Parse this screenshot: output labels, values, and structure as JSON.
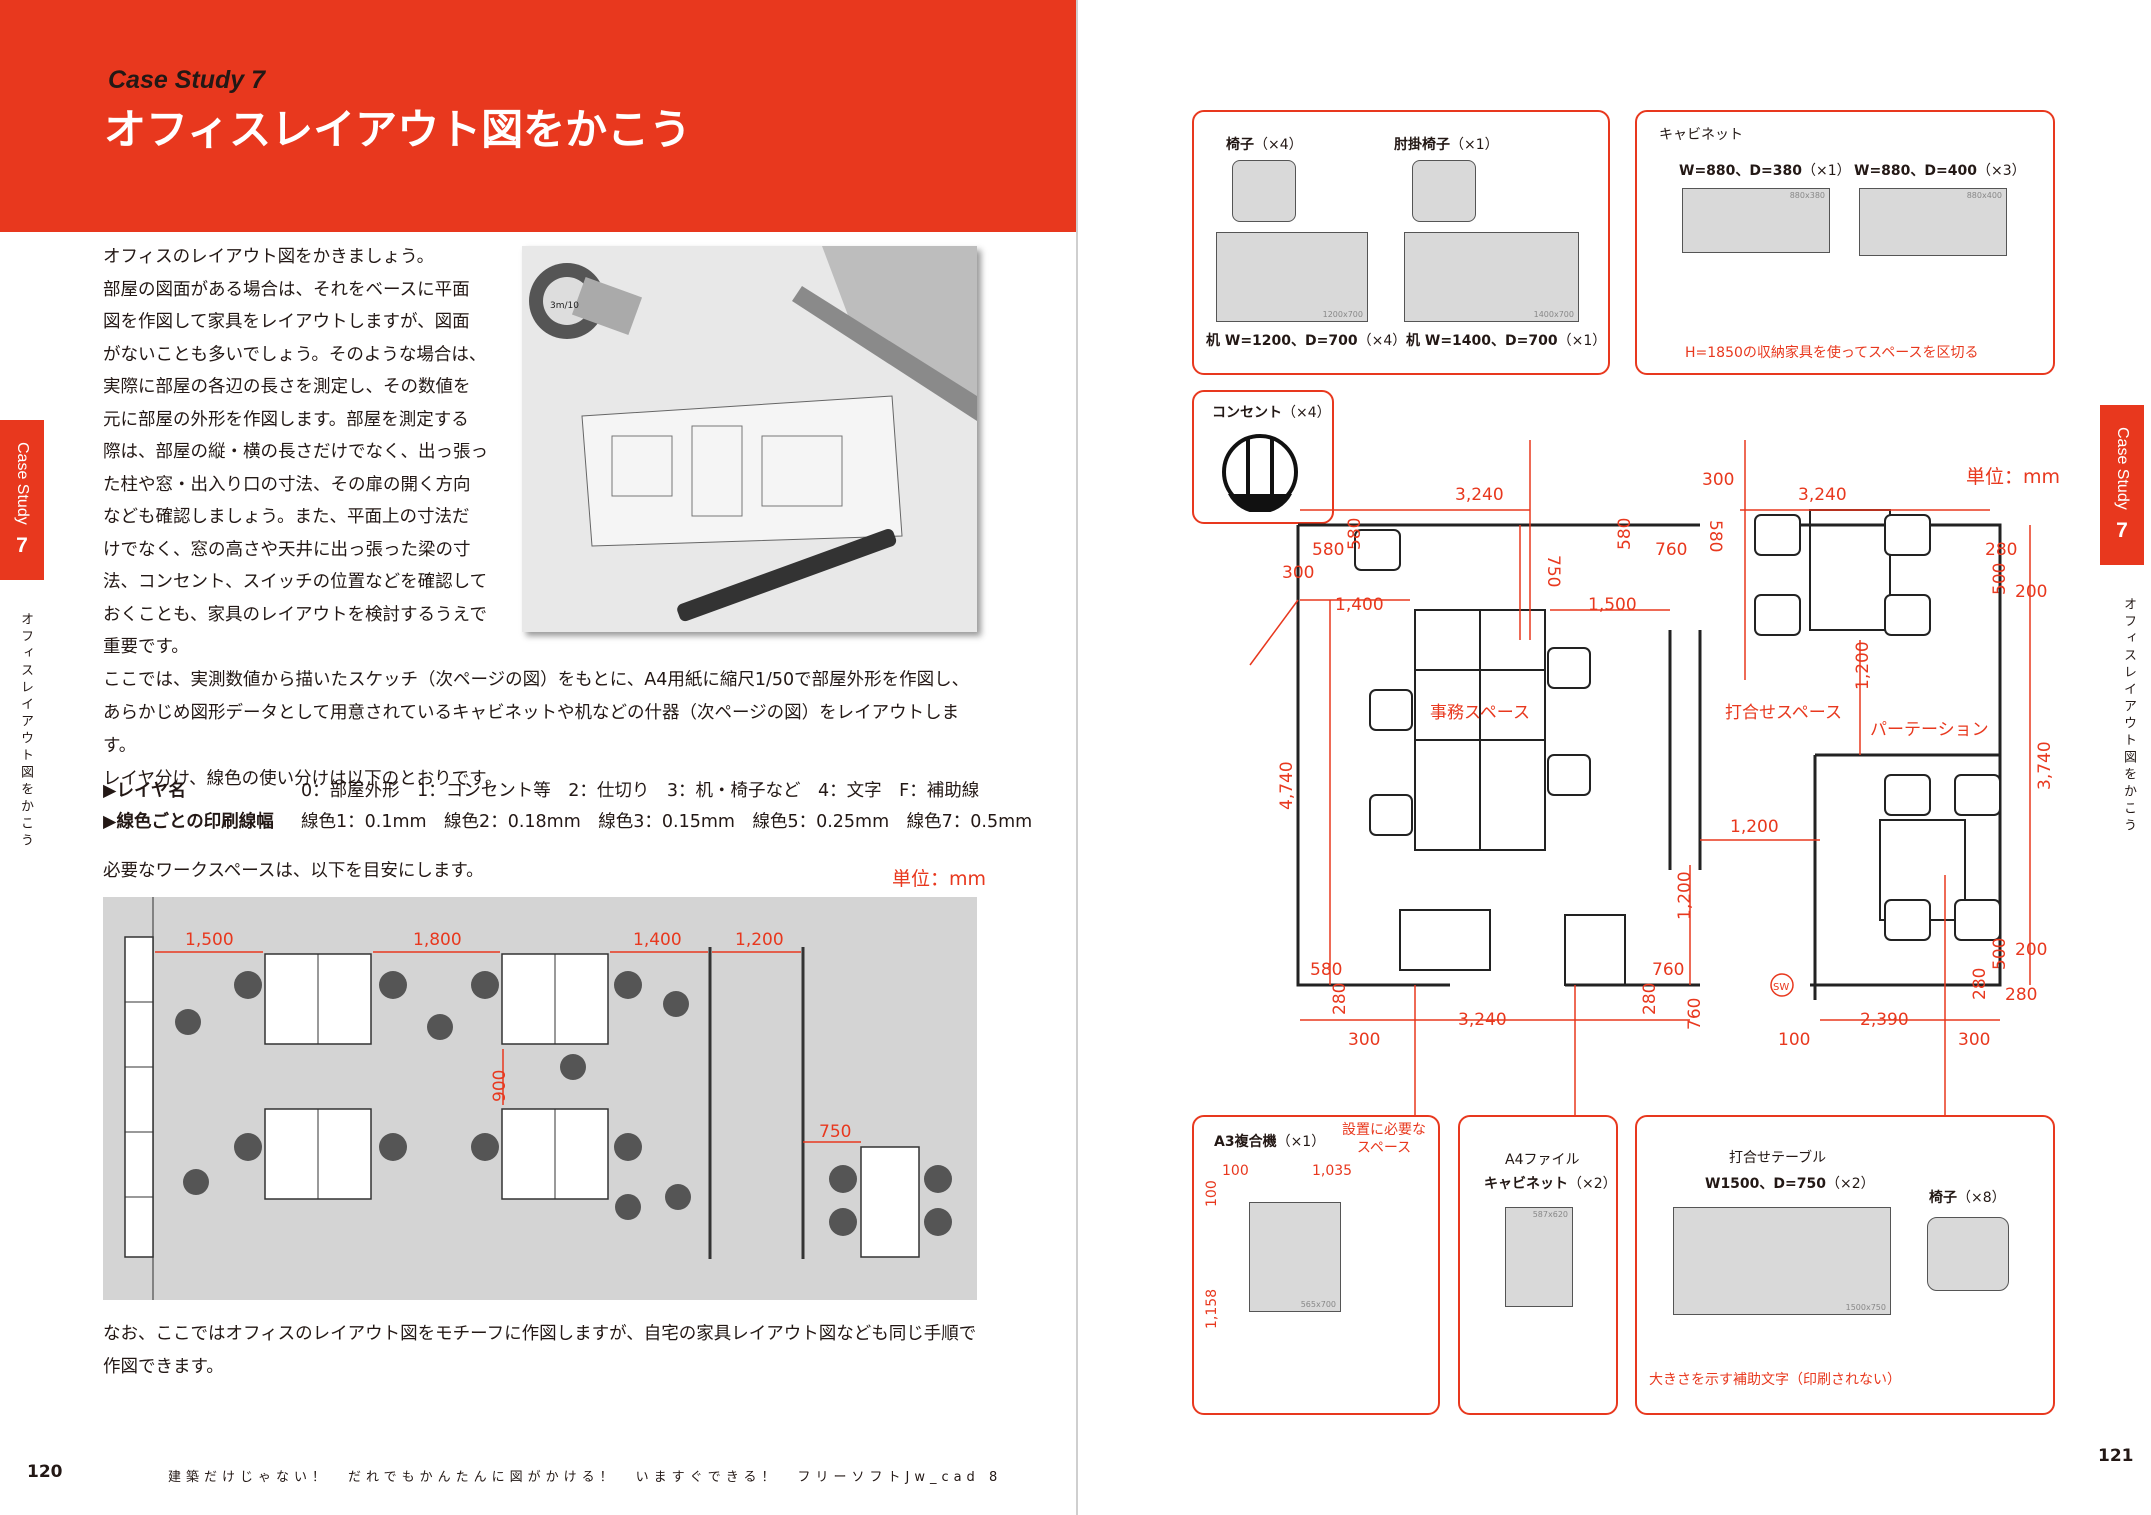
{
  "header": {
    "case_label": "Case Study 7",
    "title": "オフィスレイアウト図をかこう"
  },
  "intro": {
    "lines": [
      "オフィスのレイアウト図をかきましょう。",
      "部屋の図面がある場合は、それをベースに平面",
      "図を作図して家具をレイアウトしますが、図面",
      "がないことも多いでしょう。そのような場合は、",
      "実際に部屋の各辺の長さを測定し、その数値を",
      "元に部屋の外形を作図します。部屋を測定する",
      "際は、部屋の縦・横の長さだけでなく、出っ張っ",
      "た柱や窓・出入り口の寸法、その扉の開く方向",
      "なども確認しましょう。また、平面上の寸法だ",
      "けでなく、窓の高さや天井に出っ張った梁の寸",
      "法、コンセント、スイッチの位置などを確認して",
      "おくことも、家具のレイアウトを検討するうえで",
      "重要です。"
    ]
  },
  "photo": {
    "tape_label": "3m/10"
  },
  "para2": {
    "lines": [
      "ここでは、実測数値から描いたスケッチ（次ページの図）をもとに、A4用紙に縮尺1/50で部屋外形を作図し、",
      "あらかじめ図形データとして用意されているキャビネットや机などの什器（次ページの図）をレイアウトします。",
      "レイヤ分け、線色の使い分けは以下のとおりです。"
    ]
  },
  "layers": {
    "label": "▶レイヤ名",
    "value": "0：部屋外形　1：コンセント等　2：仕切り　3：机・椅子など　4：文字　F：補助線"
  },
  "lines": {
    "label": "▶線色ごとの印刷線幅",
    "value": "線色1：0.1mm　線色2：0.18mm　線色3：0.15mm　線色5：0.25mm　線色7：0.5mm"
  },
  "workspace": {
    "text": "必要なワークスペースは、以下を目安にします。",
    "unit": "単位：mm",
    "dims": [
      "1,500",
      "1,800",
      "1,400",
      "1,200",
      "900",
      "750"
    ]
  },
  "outro": {
    "lines": [
      "なお、ここではオフィスのレイアウト図をモチーフに作図しますが、自宅の家具レイアウト図なども同じ手順で",
      "作図できます。"
    ]
  },
  "footer": {
    "page_left": "120",
    "page_right": "121",
    "book_title": "建築だけじゃない！　だれでもかんたんに図がかける！　いますぐできる！　フリーソフトJw_cad 8"
  },
  "tabs": {
    "label": "Case Study",
    "num": "7",
    "side_text": "オフィスレイアウト図をかこう"
  },
  "right": {
    "unit": "単位：mm",
    "chairs_box": {
      "chair": "椅子",
      "chair_count": "（×4）",
      "armchair": "肘掛椅子",
      "armchair_count": "（×1）",
      "desk1": "机 W=1200、D=700",
      "desk1_count": "（×4）",
      "desk2": "机 W=1400、D=700",
      "desk2_count": "（×1）",
      "desk1_tag": "1200x700",
      "desk2_tag": "1400x700"
    },
    "cabinet_box": {
      "title": "キャビネット",
      "c1": "W=880、D=380",
      "c1_count": "（×1）",
      "c2": "W=880、D=400",
      "c2_count": "（×3）",
      "note": "H=1850の収納家具を使ってスペースを区切る",
      "c1_tag": "880x380",
      "c2_tag": "880x400"
    },
    "outlet_box": {
      "title": "コンセント",
      "count": "（×4）"
    },
    "copier_box": {
      "title": "A3複合機",
      "count": "（×1）",
      "note": "設置に必要な\nスペース",
      "d1": "100",
      "d2": "1,035",
      "d3": "100",
      "d4": "1,158",
      "tag": "565x700"
    },
    "a4_box": {
      "title1": "A4ファイル",
      "title2": "キャビネット",
      "count": "（×2）",
      "tag": "587x620"
    },
    "table_box": {
      "title": "打合せテーブル",
      "size": "W1500、D=750",
      "size_count": "（×2）",
      "chair": "椅子",
      "chair_count": "（×8）",
      "tag": "1500x750",
      "note": "大きさを示す補助文字（印刷されない）"
    },
    "plan": {
      "office": "事務スペース",
      "meeting": "打合せスペース",
      "partition": "パーテーション",
      "sw": "SW",
      "dims": {
        "top1": "3,240",
        "top2": "3,240",
        "d300a": "300",
        "d580a": "580",
        "d580b": "580",
        "d750": "750",
        "d580c": "580",
        "d580d": "580",
        "d760a": "760",
        "d1400": "1,400",
        "d1500": "1,500",
        "d280a": "280",
        "d500a": "500",
        "d200a": "200",
        "d1200a": "1,200",
        "d4740": "4,740",
        "d3740": "3,740",
        "d1200b": "1,200",
        "d1200c": "1,200",
        "d300b": "300",
        "d580e": "580",
        "d280b": "280",
        "d3240b": "3,240",
        "d300c": "300",
        "d280c": "280",
        "d760b": "760",
        "d760c": "760",
        "d100": "100",
        "d2390": "2,390",
        "d280d": "280",
        "d280e": "280",
        "d300d": "300",
        "d500b": "500",
        "d200b": "200"
      }
    }
  }
}
